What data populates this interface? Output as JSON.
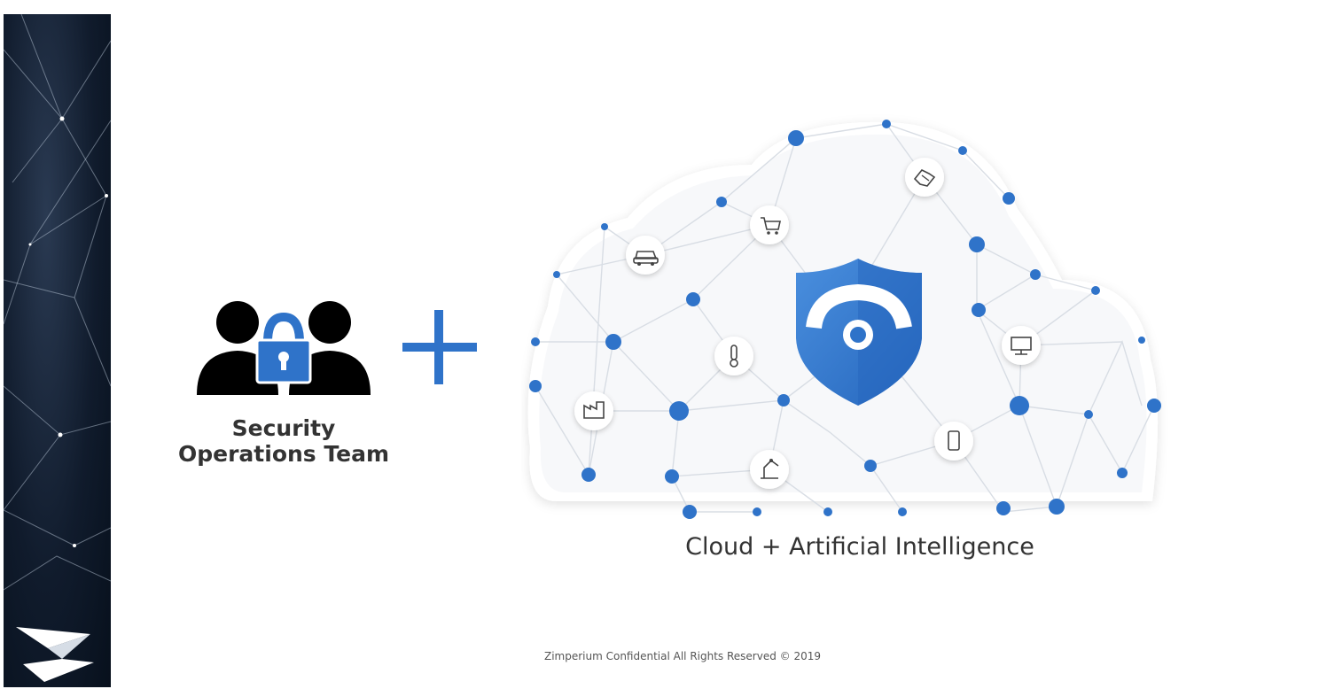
{
  "team": {
    "line1": "Security",
    "line2": "Operations Team",
    "icon": "team-lock-icon"
  },
  "plus": {
    "icon": "plus-icon"
  },
  "cloud": {
    "label": "Cloud + Artificial Intelligence",
    "center_icon": "shield-icon",
    "icons": [
      "car-icon",
      "cart-icon",
      "handshake-icon",
      "thermometer-icon",
      "monitor-icon",
      "factory-icon",
      "robot-arm-icon",
      "phone-icon"
    ]
  },
  "footer": {
    "text": "Zimperium Confidential All Rights Reserved © 2019"
  },
  "colors": {
    "accent": "#2f73c9",
    "dark": "#0d1726",
    "text": "#333333"
  }
}
